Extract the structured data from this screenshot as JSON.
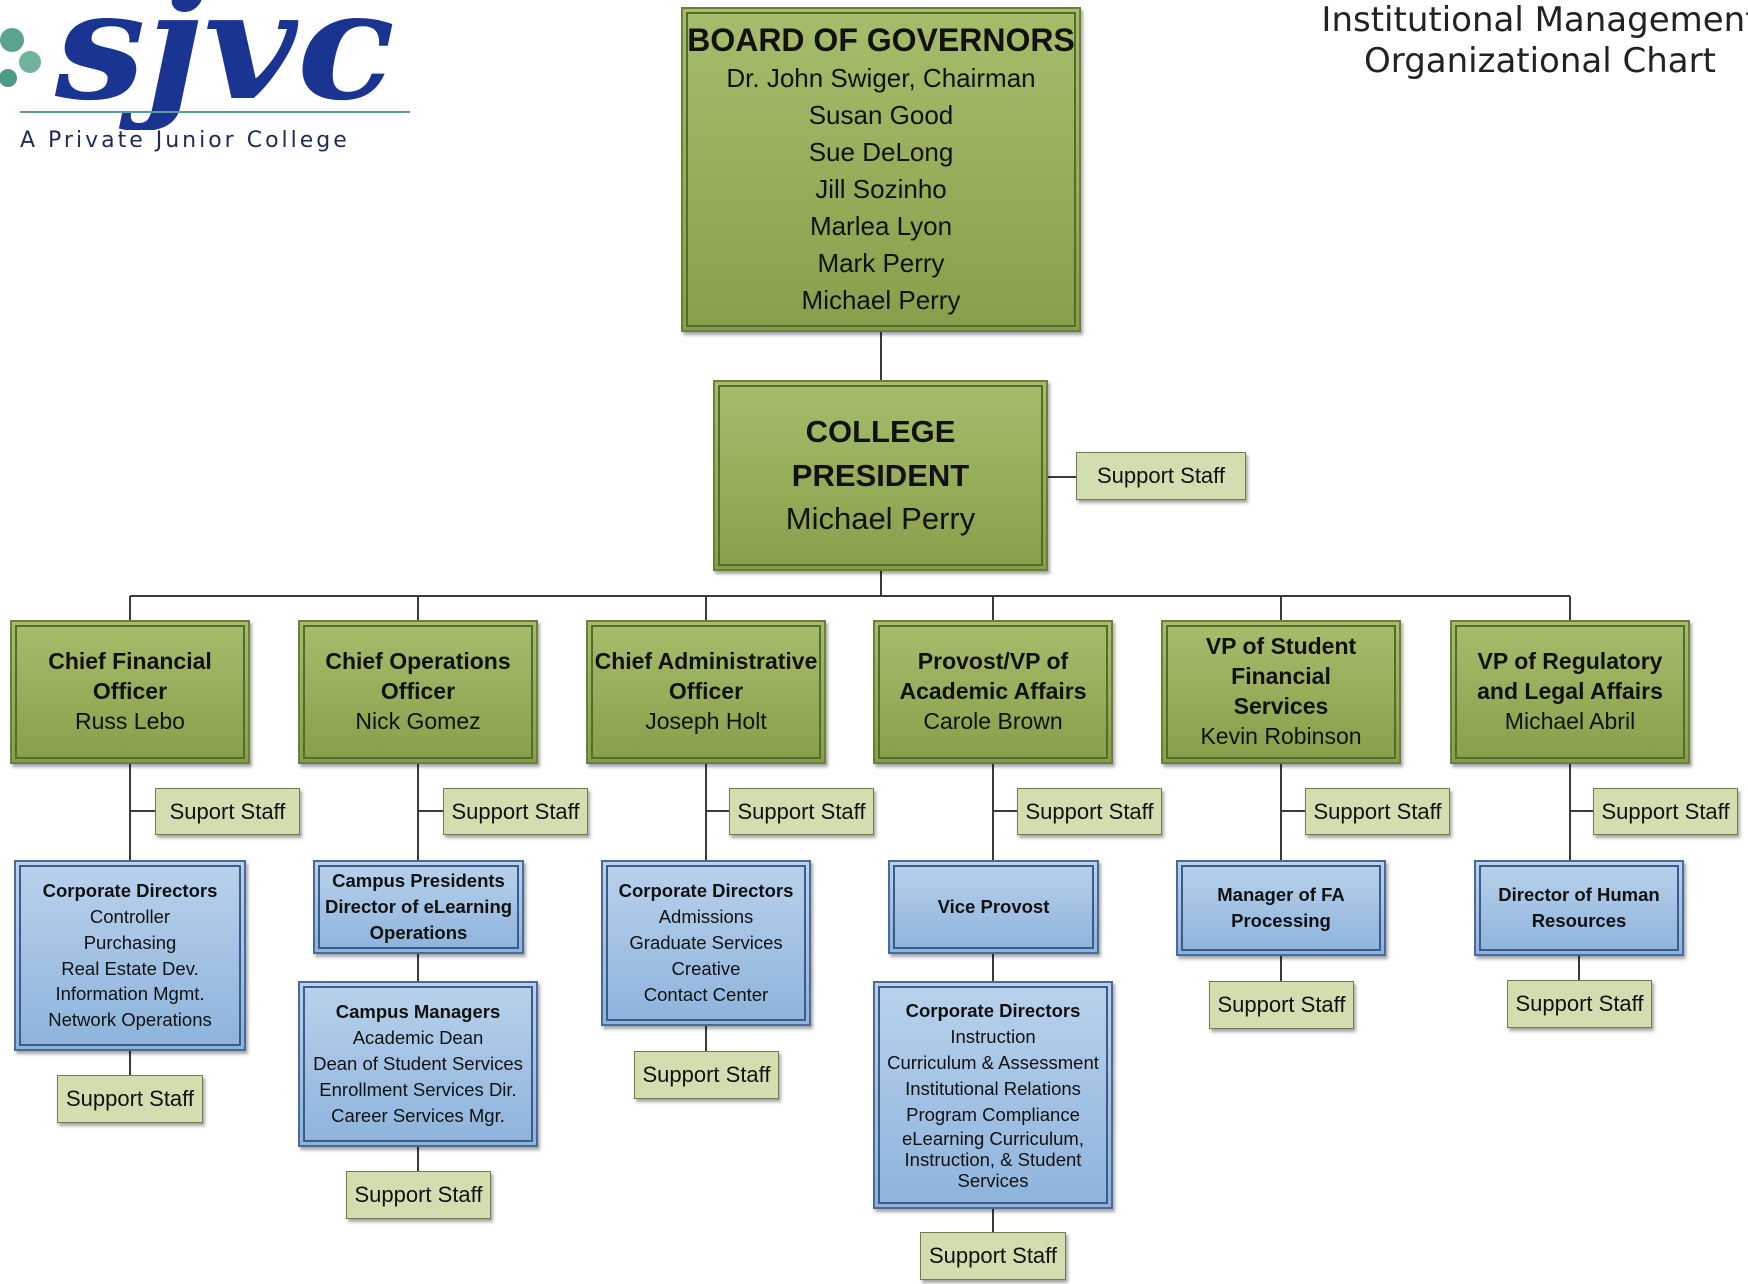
{
  "logo": {
    "mark": "sjvc",
    "tagline": "A Private Junior College",
    "colors": {
      "navy": "#1a3591",
      "teal": "#5c9e97",
      "dots": "#5aa38c"
    }
  },
  "title": {
    "line1": "Institutional Management",
    "line2": "Organizational Chart"
  },
  "board": {
    "heading": "BOARD OF GOVERNORS",
    "members": [
      "Dr. John Swiger, Chairman",
      "Susan Good",
      "Sue DeLong",
      "Jill Sozinho",
      "Marlea Lyon",
      "Mark Perry",
      "Michael Perry"
    ]
  },
  "president": {
    "heading": "COLLEGE PRESIDENT",
    "name": "Michael Perry",
    "support": "Support Staff"
  },
  "executives": [
    {
      "title_lines": [
        "Chief Financial",
        "Officer"
      ],
      "name": "Russ Lebo",
      "support": "Suport Staff"
    },
    {
      "title_lines": [
        "Chief Operations",
        "Officer"
      ],
      "name": "Nick Gomez",
      "support": "Support Staff"
    },
    {
      "title_lines": [
        "Chief Administrative",
        "Officer"
      ],
      "name": "Joseph Holt",
      "support": "Support Staff"
    },
    {
      "title_lines": [
        "Provost/VP of",
        "Academic Affairs"
      ],
      "name": "Carole Brown",
      "support": "Support Staff"
    },
    {
      "title_lines": [
        "VP of Student",
        "Financial",
        "Services"
      ],
      "name": "Kevin Robinson",
      "support": "Support Staff"
    },
    {
      "title_lines": [
        "VP of Regulatory",
        "and Legal Affairs"
      ],
      "name": "Michael Abril",
      "support": "Support Staff"
    }
  ],
  "directors": {
    "cfo": {
      "heading": "Corporate Directors",
      "items": [
        "Controller",
        "Purchasing",
        "Real Estate Dev.",
        "Information Mgmt.",
        "Network Operations"
      ],
      "support": "Support Staff"
    },
    "coo_1": {
      "lines": [
        "Campus Presidents",
        "Director of eLearning",
        "Operations"
      ]
    },
    "coo_2": {
      "heading": "Campus Managers",
      "items": [
        "Academic Dean",
        "Dean of Student Services",
        "Enrollment Services Dir.",
        "Career Services Mgr."
      ],
      "support": "Support Staff"
    },
    "cao": {
      "heading": "Corporate Directors",
      "items": [
        "Admissions",
        "Graduate Services",
        "Creative",
        "Contact Center"
      ],
      "support": "Support Staff"
    },
    "provost_1": {
      "heading": "Vice Provost"
    },
    "provost_2": {
      "heading": "Corporate Directors",
      "items": [
        "Instruction",
        "Curriculum & Assessment",
        "Institutional Relations",
        "Program Compliance"
      ],
      "last_lines": [
        "eLearning Curriculum,",
        "Instruction, & Student",
        "Services"
      ],
      "support": "Support Staff"
    },
    "vpsfs": {
      "lines": [
        "Manager of FA",
        "Processing"
      ],
      "support": "Support Staff"
    },
    "vprla": {
      "lines": [
        "Director of Human",
        "Resources"
      ],
      "support": "Support Staff"
    }
  }
}
